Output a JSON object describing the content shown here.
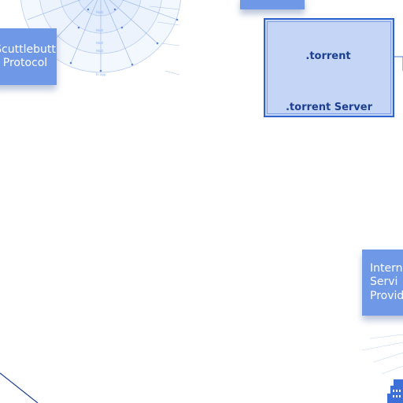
{
  "stickies": {
    "ssb": "Scuttlebutt\nProtocol",
    "isp": "Intern\nServi\nProvid"
  },
  "torrent": {
    "diamond_label": ".torrent",
    "server_label": ".torrent Server"
  },
  "radial": {
    "rings": [
      "Host",
      "Host",
      "Host",
      "Host"
    ],
    "footer": "In app"
  },
  "colors": {
    "sticky": "#6f98e6",
    "server_fill": "#c4d5f6",
    "server_border": "#2f62cc",
    "line": "#2f62cc"
  }
}
